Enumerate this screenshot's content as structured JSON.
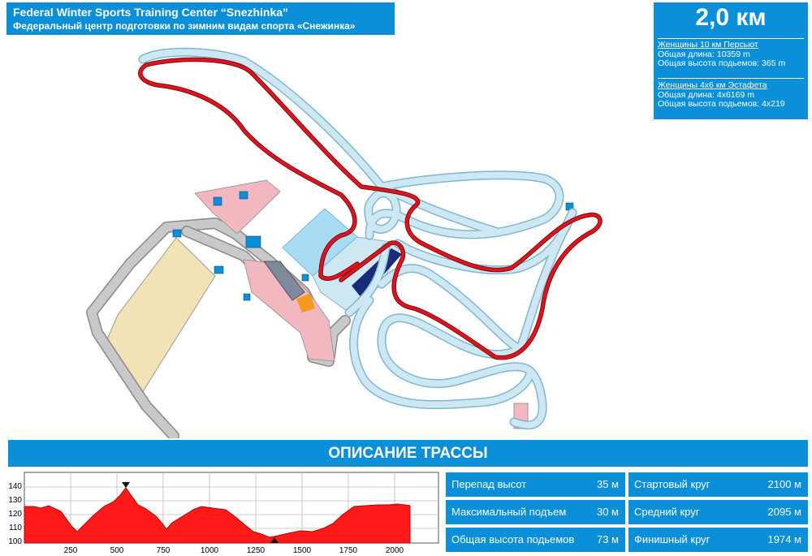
{
  "header": {
    "title_en": "Federal Winter Sports Training Center “Snezhinka”",
    "title_ru": "Федеральный центр подготовки по зимним видам спорта «Снежинка»"
  },
  "distance": {
    "value": "2,0 км",
    "event1": {
      "name": "Женщины 10 км Персьют",
      "length": "Общая длина: 10359 m",
      "climb": "Общая высота подьемов: 365 m"
    },
    "event2": {
      "name": "Женщины 4х6 км Эстафета",
      "length": "Общая длина: 4х6169 m",
      "climb": "Общая высота подьемов: 4х219"
    }
  },
  "description_title": "ОПИСАНИЕ ТРАССЫ",
  "profile": {
    "y_ticks": [
      "140",
      "130",
      "120",
      "110",
      "100"
    ],
    "x_ticks": [
      "250",
      "500",
      "750",
      "1000",
      "1250",
      "1500",
      "1750",
      "2000"
    ]
  },
  "stats": {
    "elev_diff": {
      "label": "Перепад высот",
      "value": "35 м"
    },
    "max_climb": {
      "label": "Максимальный подъем",
      "value": "30 м"
    },
    "total_climb": {
      "label": "Общая высота подьемов",
      "value": "73 м"
    },
    "start_lap": {
      "label": "Стартовый круг",
      "value": "2100 м"
    },
    "mid_lap": {
      "label": "Средний круг",
      "value": "2095 м"
    },
    "finish_lap": {
      "label": "Финишный круг",
      "value": "1974 м"
    }
  },
  "colors": {
    "accent": "#0a8fd8",
    "route": "#e0141e",
    "track": "#cde8f2",
    "track_edge": "#7fb7cf",
    "parking": "#f1e3b6"
  }
}
